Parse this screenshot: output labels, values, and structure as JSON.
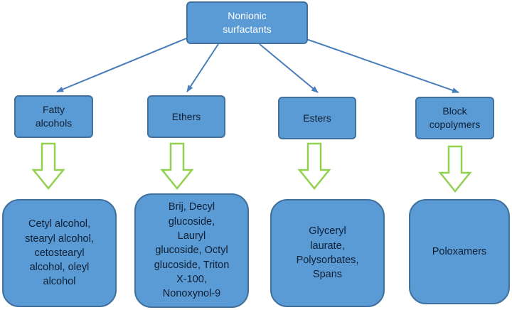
{
  "root": {
    "label": "Nonionic\nsurfactants"
  },
  "categories": [
    {
      "label": "Fatty\nalcohols",
      "examples": "Cetyl alcohol,\nstearyl alcohol,\ncetostearyl\nalcohol, oleyl\nalcohol"
    },
    {
      "label": "Ethers",
      "examples": "Brij, Decyl\nglucoside,\nLauryl\nglucoside, Octyl\nglucoside, Triton\nX-100,\nNonoxynol-9"
    },
    {
      "label": "Esters",
      "examples": "Glyceryl\nlaurate,\nPolysorbates,\nSpans"
    },
    {
      "label": "Block\ncopolymers",
      "examples": "Poloxamers"
    }
  ],
  "colors": {
    "box_fill": "#5b9bd5",
    "box_border": "#41719c",
    "connector": "#4a7ebb",
    "down_arrow_outline": "#92d050"
  }
}
